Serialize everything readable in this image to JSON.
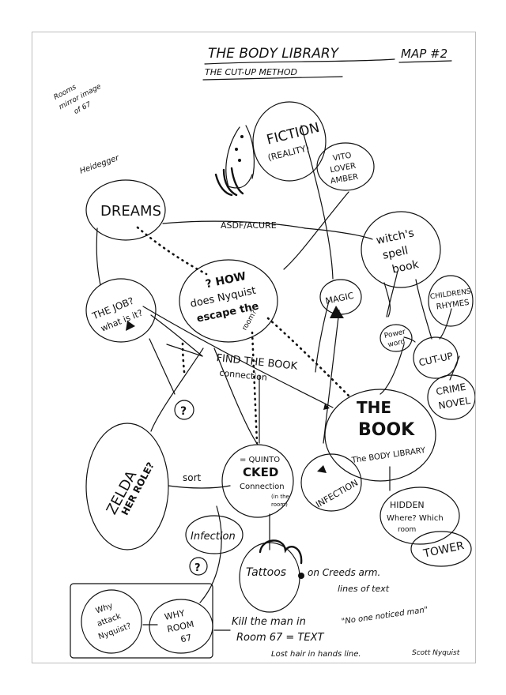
{
  "title": "THE BODY LIBRARY",
  "map_label": "MAP #2",
  "subtitle": "THE CUT-UP METHOD",
  "corner_note": [
    "Rooms",
    "mirror image",
    "of 67"
  ],
  "ink_color": "#111111",
  "paper_color": "#ffffff",
  "nodes": {
    "fiction": [
      "FICTION",
      "(REALITY)"
    ],
    "dreams": "DREAMS",
    "dreams_note": "Heidegger",
    "vito": [
      "VITO",
      "LOVER",
      "AMBER"
    ],
    "witchs_spell": [
      "witch's",
      "spell",
      "book"
    ],
    "the_job": [
      "THE JOB?",
      "what is it?"
    ],
    "magic": "MAGIC",
    "childrens_rhymes": [
      "CHILDRENS",
      "RHYMES"
    ],
    "question_center": [
      "? HOW",
      "does Nyquist",
      "escape the",
      "room?"
    ],
    "power_word": [
      "Power",
      "word"
    ],
    "cut_up": "CUT-UP",
    "crime_novel": [
      "CRIME",
      "NOVEL"
    ],
    "find_book": [
      "FIND THE BOOK",
      "connection"
    ],
    "the_book": [
      "THE",
      "BOOK",
      "The BODY LIBRARY"
    ],
    "zelda": [
      "ZELDA",
      "HER ROLE?"
    ],
    "sort": "sort",
    "quinto": [
      "= QUINTO",
      "CKED",
      "Connection",
      "(in the",
      "room)"
    ],
    "infection_right": "INFECTION",
    "infection_left": "Infection",
    "hidden": [
      "HIDDEN",
      "Where? Which",
      "room"
    ],
    "tower": "TOWER",
    "tattoos": "Tattoos",
    "on_arm": [
      "on Creeds arm.",
      "lines of text"
    ],
    "no_one_noticed": "\"No one noticed man\"",
    "why_attack": [
      "Why",
      "attack",
      "Nyquist?"
    ],
    "why_room": [
      "WHY",
      "ROOM",
      "67"
    ],
    "kill_man": [
      "Kill the man in",
      "Room 67 = TEXT"
    ],
    "hair_note": "Lost hair in hands line.",
    "asdf": "ASDF/ACURE",
    "signature": "Scott Nyquist",
    "q_mark_1": "?",
    "q_mark_2": "?"
  }
}
